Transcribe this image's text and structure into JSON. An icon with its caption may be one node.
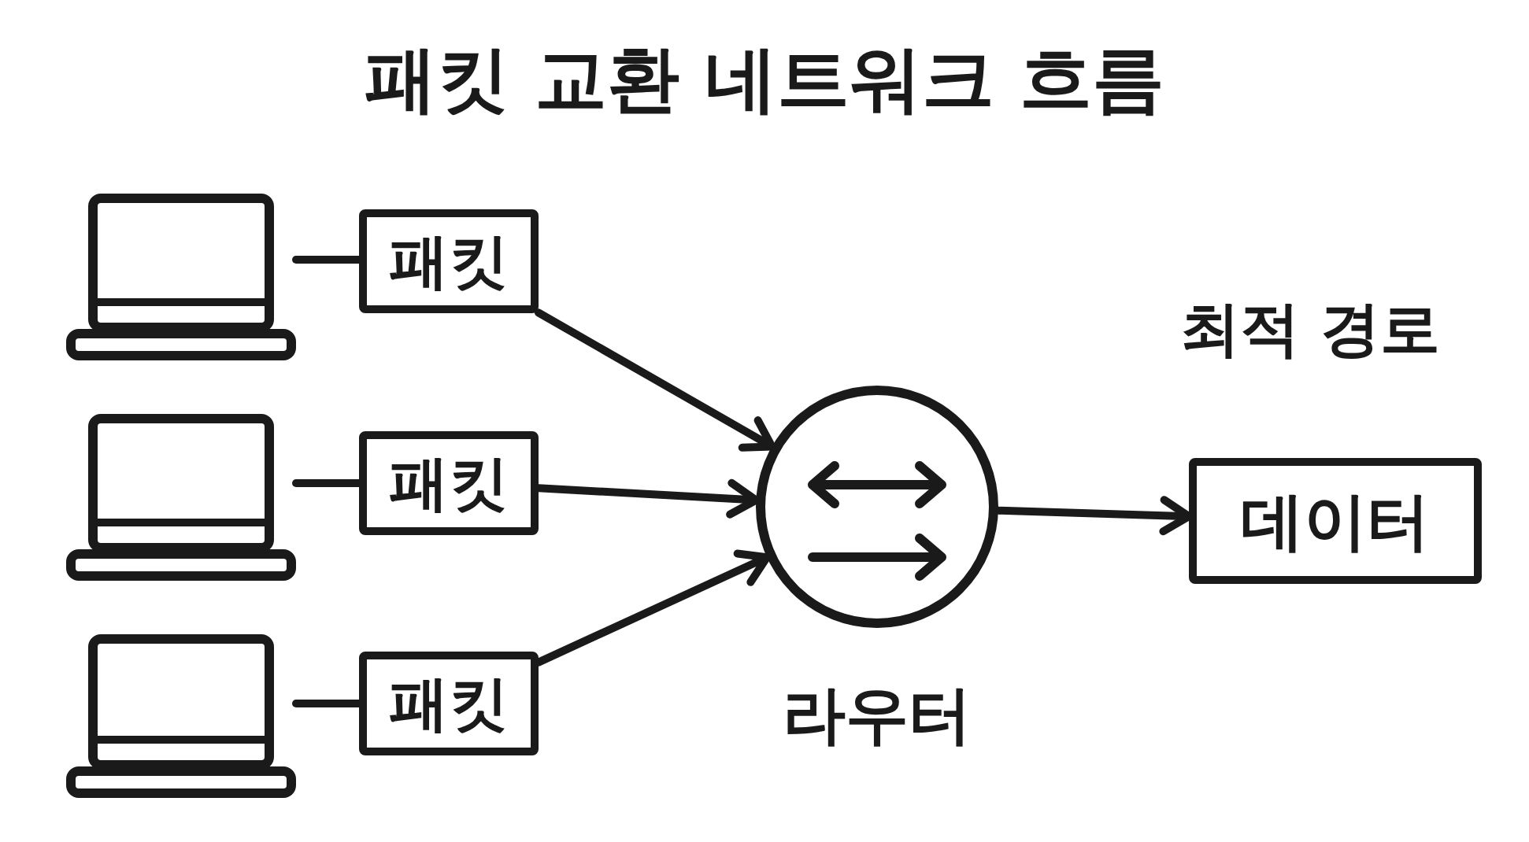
{
  "diagram": {
    "title": "패킷 교환 네트워크 흐름",
    "nodes": [
      {
        "text": [],
        "shape": "laptop"
      },
      {
        "text": [],
        "shape": "laptop"
      },
      {
        "text": [],
        "shape": "laptop"
      },
      {
        "text": [
          "패킷"
        ]
      },
      {
        "text": [
          "패킷"
        ]
      },
      {
        "text": [
          "패킷"
        ]
      },
      {
        "text": [],
        "shape": "circle",
        "beside": [
          "라우터"
        ]
      },
      {
        "text": [
          "데이터"
        ]
      }
    ],
    "edges": [
      {
        "from": 0,
        "to": 3,
        "arrow": "none"
      },
      {
        "from": 1,
        "to": 4,
        "arrow": "none"
      },
      {
        "from": 2,
        "to": 5,
        "arrow": "none"
      },
      {
        "from": 3,
        "to": 6,
        "arrow": "to"
      },
      {
        "from": 4,
        "to": 6,
        "arrow": "to"
      },
      {
        "from": 5,
        "to": 6,
        "arrow": "to"
      },
      {
        "from": 6,
        "to": 7,
        "arrow": "to",
        "label": "최적 경로"
      }
    ]
  }
}
